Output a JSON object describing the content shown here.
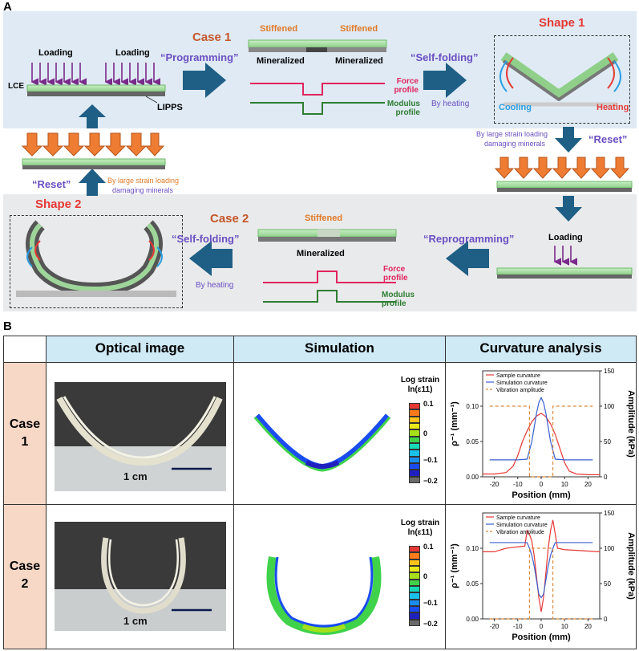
{
  "panel_a": {
    "label": "A",
    "loading_left": "Loading",
    "loading_right": "Loading",
    "lce": "LCE",
    "lipps": "LIPPS",
    "case1": "Case 1",
    "programming": "“Programming”",
    "stiffened_left": "Stiffened",
    "stiffened_right": "Stiffened",
    "mineralized_left": "Mineralized",
    "mineralized_right": "Mineralized",
    "force_profile": "Force\nprofile",
    "modulus_profile": "Modulus\nprofile",
    "self_folding_top": "“Self-folding”",
    "by_heating_top": "By heating",
    "shape1": "Shape 1",
    "cooling": "Cooling",
    "heating": "Heating",
    "reset_right_note_1": "By large strain loading",
    "reset_right_note_2": "damaging minerals",
    "reset_right": "“Reset”",
    "reset_left": "“Reset”",
    "reset_left_note_1": "By large strain loading",
    "reset_left_note_2": "damaging minerals",
    "shape2": "Shape 2",
    "case2": "Case 2",
    "self_folding_bot": "“Self-folding”",
    "by_heating_bot": "By heating",
    "stiffened_mid": "Stiffened",
    "mineralized_mid": "Mineralized",
    "force_profile_2": "Force\nprofile",
    "modulus_profile_2": "Modulus\nprofile",
    "reprogramming": "“Reprogramming”",
    "loading_bot": "Loading"
  },
  "panel_b": {
    "label": "B",
    "headers": [
      "Optical image",
      "Simulation",
      "Curvature analysis"
    ],
    "case1": "Case\n1",
    "case2": "Case\n2",
    "scale_bar": "1 cm",
    "legend_title_1": "Log strain",
    "legend_title_2": "ln(ε11)",
    "legend_ticks": [
      "0.1",
      "0",
      "−0.1",
      "−0.2"
    ],
    "legend_colors": [
      "#e53935",
      "#ff7a1a",
      "#ffc21a",
      "#e8e81a",
      "#a6e01a",
      "#3fd24a",
      "#19d8b8",
      "#19c0ea",
      "#1a8cf0",
      "#1a4cf0",
      "#2020c0",
      "#6a6a6a"
    ]
  },
  "chart_data": [
    {
      "type": "line",
      "xlabel": "Position (mm)",
      "ylabel": "ρ⁻¹ (mm⁻¹)",
      "y2label": "Amplitude (kPa)",
      "xlim": [
        -25,
        25
      ],
      "ylim": [
        0,
        0.15
      ],
      "y2lim": [
        0,
        150
      ],
      "xticks": [
        -20,
        -10,
        0,
        10,
        20
      ],
      "yticks": [
        0,
        0.05,
        0.1
      ],
      "y2ticks": [
        0,
        50,
        100,
        150
      ],
      "legend": [
        "Sample curvature",
        "Simulation curvature",
        "Vibration amplitude"
      ],
      "series": [
        {
          "name": "Sample curvature",
          "color": "#e53935",
          "axis": "left",
          "x": [
            -25,
            -20,
            -15,
            -12,
            -10,
            -8,
            -6,
            -4,
            -2,
            0,
            2,
            4,
            6,
            8,
            10,
            12,
            15,
            20,
            25
          ],
          "y": [
            0.004,
            0.004,
            0.006,
            0.015,
            0.03,
            0.05,
            0.065,
            0.078,
            0.086,
            0.09,
            0.085,
            0.075,
            0.06,
            0.04,
            0.02,
            0.008,
            0.004,
            0.003,
            0.003
          ]
        },
        {
          "name": "Simulation curvature",
          "color": "#3a5fd0",
          "axis": "left",
          "x": [
            -22,
            -10,
            -6,
            -4,
            -2,
            -1,
            0,
            1,
            2,
            4,
            6,
            10,
            22
          ],
          "y": [
            0.024,
            0.024,
            0.025,
            0.05,
            0.09,
            0.105,
            0.112,
            0.105,
            0.09,
            0.05,
            0.025,
            0.024,
            0.024
          ]
        },
        {
          "name": "Vibration amplitude",
          "color": "#d98a3a",
          "axis": "right",
          "dashed": true,
          "x": [
            -22,
            -5,
            -5,
            5,
            5,
            22
          ],
          "y": [
            100,
            100,
            0,
            0,
            100,
            100
          ]
        }
      ]
    },
    {
      "type": "line",
      "xlabel": "Position (mm)",
      "ylabel": "ρ⁻¹ (mm⁻¹)",
      "y2label": "Amplitude (kPa)",
      "xlim": [
        -25,
        25
      ],
      "ylim": [
        0,
        0.15
      ],
      "y2lim": [
        0,
        150
      ],
      "xticks": [
        -20,
        -10,
        0,
        10,
        20
      ],
      "yticks": [
        0,
        0.05,
        0.1
      ],
      "y2ticks": [
        0,
        50,
        100,
        150
      ],
      "legend": [
        "Sample curvature",
        "Simulation curvature",
        "Vibration amplitude"
      ],
      "series": [
        {
          "name": "Sample curvature",
          "color": "#e53935",
          "axis": "left",
          "x": [
            -25,
            -20,
            -15,
            -10,
            -7,
            -6,
            -5,
            -4,
            -3,
            -2,
            -1,
            0,
            1,
            2,
            3,
            4,
            5,
            6,
            7,
            10,
            15,
            20,
            25
          ],
          "y": [
            0.095,
            0.095,
            0.1,
            0.102,
            0.103,
            0.125,
            0.12,
            0.11,
            0.09,
            0.06,
            0.03,
            0.01,
            0.03,
            0.065,
            0.1,
            0.125,
            0.14,
            0.12,
            0.1,
            0.098,
            0.097,
            0.096,
            0.095
          ]
        },
        {
          "name": "Simulation curvature",
          "color": "#3a5fd0",
          "axis": "left",
          "x": [
            -22,
            -6,
            -5,
            -4,
            -3,
            -2,
            -1,
            0,
            1,
            2,
            3,
            4,
            5,
            6,
            22
          ],
          "y": [
            0.108,
            0.108,
            0.1,
            0.09,
            0.075,
            0.055,
            0.035,
            0.03,
            0.035,
            0.055,
            0.075,
            0.09,
            0.1,
            0.108,
            0.108
          ]
        },
        {
          "name": "Vibration amplitude",
          "color": "#d98a3a",
          "axis": "right",
          "dashed": true,
          "x": [
            -22,
            -5,
            -5,
            5,
            5,
            22
          ],
          "y": [
            0,
            0,
            100,
            100,
            0,
            0
          ]
        }
      ]
    }
  ]
}
